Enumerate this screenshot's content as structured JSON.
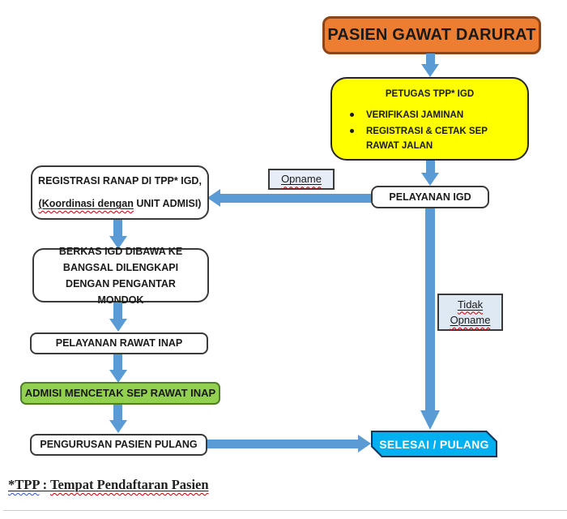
{
  "nodes": {
    "start": {
      "label": "PASIEN GAWAT DARURAT"
    },
    "petugas": {
      "title": "PETUGAS TPP* IGD",
      "bullets": [
        "VERIFIKASI JAMINAN",
        "REGISTRASI & CETAK SEP RAWAT JALAN"
      ]
    },
    "pelayanan_igd": {
      "label": "PELAYANAN IGD"
    },
    "registrasi_ranap": {
      "line1": "REGISTRASI RANAP DI TPP* IGD,",
      "line2_flagged": "(Koordinasi dengan",
      "line2_rest": " UNIT ADMISI)"
    },
    "berkas": {
      "label": "BERKAS IGD DIBAWA KE BANGSAL DILENGKAPI DENGAN PENGANTAR MONDOK"
    },
    "pelayanan_rawat_inap": {
      "label": "PELAYANAN RAWAT INAP"
    },
    "admisi": {
      "label": "ADMISI MENCETAK SEP RAWAT INAP"
    },
    "pengurusan": {
      "label": "PENGURUSAN PASIEN PULANG"
    },
    "selesai": {
      "label": "SELESAI / PULANG"
    }
  },
  "edge_labels": {
    "opname": "Opname",
    "tidak_opname_line1": "Tidak",
    "tidak_opname_line2": "Opname"
  },
  "footnote": {
    "term": "*TPP",
    "separator": " : ",
    "definition": "Tempat Pendaftaran Pasien"
  },
  "colors": {
    "arrow": "#5b9bd5",
    "start_fill": "#ED7D31",
    "start_border": "#8c4518",
    "petugas_fill": "#FFFF00",
    "admisi_fill": "#92D050",
    "admisi_border": "#4f7d2a",
    "selesai_fill": "#00B0F0",
    "selesai_border": "#16365d",
    "edge_label_fill": "#e7edf6",
    "spellcheck_red": "#c00000",
    "grammar_blue": "#2e54c6"
  }
}
